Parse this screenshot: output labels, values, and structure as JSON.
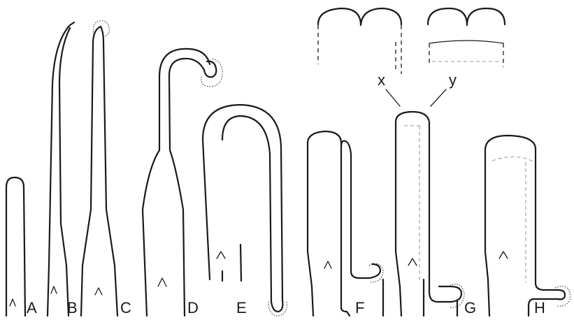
{
  "labels": {
    "a": "A",
    "b": "B",
    "c": "C",
    "d": "D",
    "e": "E",
    "f": "F",
    "g": "G",
    "h": "H",
    "x": "x",
    "y": "y"
  },
  "colors": {
    "ink": "#1a1a1a",
    "background": "#ffffff"
  }
}
